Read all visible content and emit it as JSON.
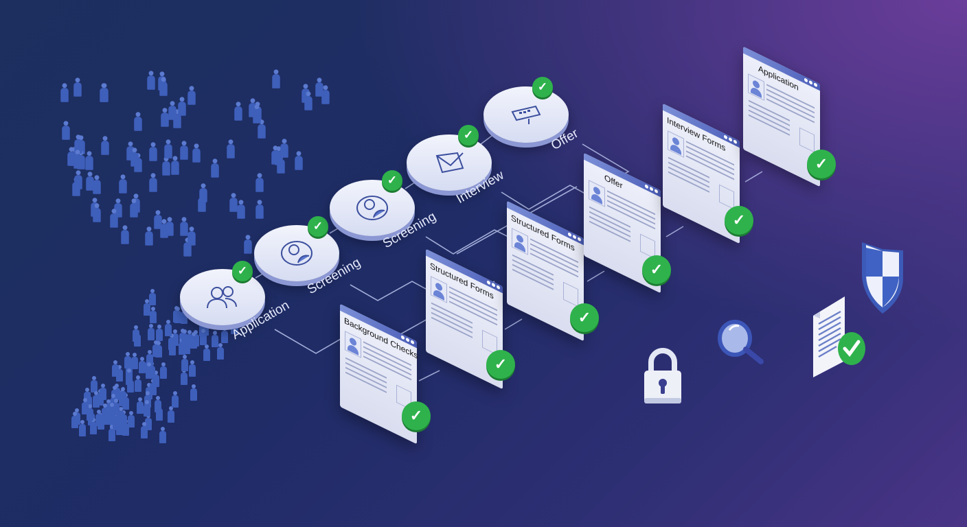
{
  "pipeline": {
    "stages": [
      {
        "label": "Application",
        "icon": "group-icon",
        "status": "completed"
      },
      {
        "label": "Screening",
        "icon": "user-circle-icon",
        "status": "completed"
      },
      {
        "label": "Screening",
        "icon": "user-circle-icon",
        "status": "completed"
      },
      {
        "label": "Interview",
        "icon": "envelope-icon",
        "status": "completed"
      },
      {
        "label": "Offer",
        "icon": "signboard-icon",
        "status": "completed"
      }
    ]
  },
  "forms": [
    {
      "title": "Background Checks",
      "status": "verified"
    },
    {
      "title": "Structured Forms",
      "status": "verified"
    },
    {
      "title": "Structured Forms",
      "status": "verified"
    },
    {
      "title": "Offer",
      "status": "verified"
    },
    {
      "title": "Interview Forms",
      "status": "verified"
    },
    {
      "title": "Application",
      "status": "verified"
    }
  ],
  "security_icons": [
    {
      "name": "padlock-icon"
    },
    {
      "name": "magnifier-icon"
    },
    {
      "name": "document-check-icon",
      "status": "verified"
    },
    {
      "name": "shield-icon"
    }
  ],
  "glyphs": {
    "check": "✓"
  },
  "colors": {
    "background_start": "#1c2f5e",
    "background_end": "#6a3d9a",
    "accent_green": "#2fb24c",
    "people_blue": "#3e5fba",
    "node_face": "#eef0fa"
  }
}
